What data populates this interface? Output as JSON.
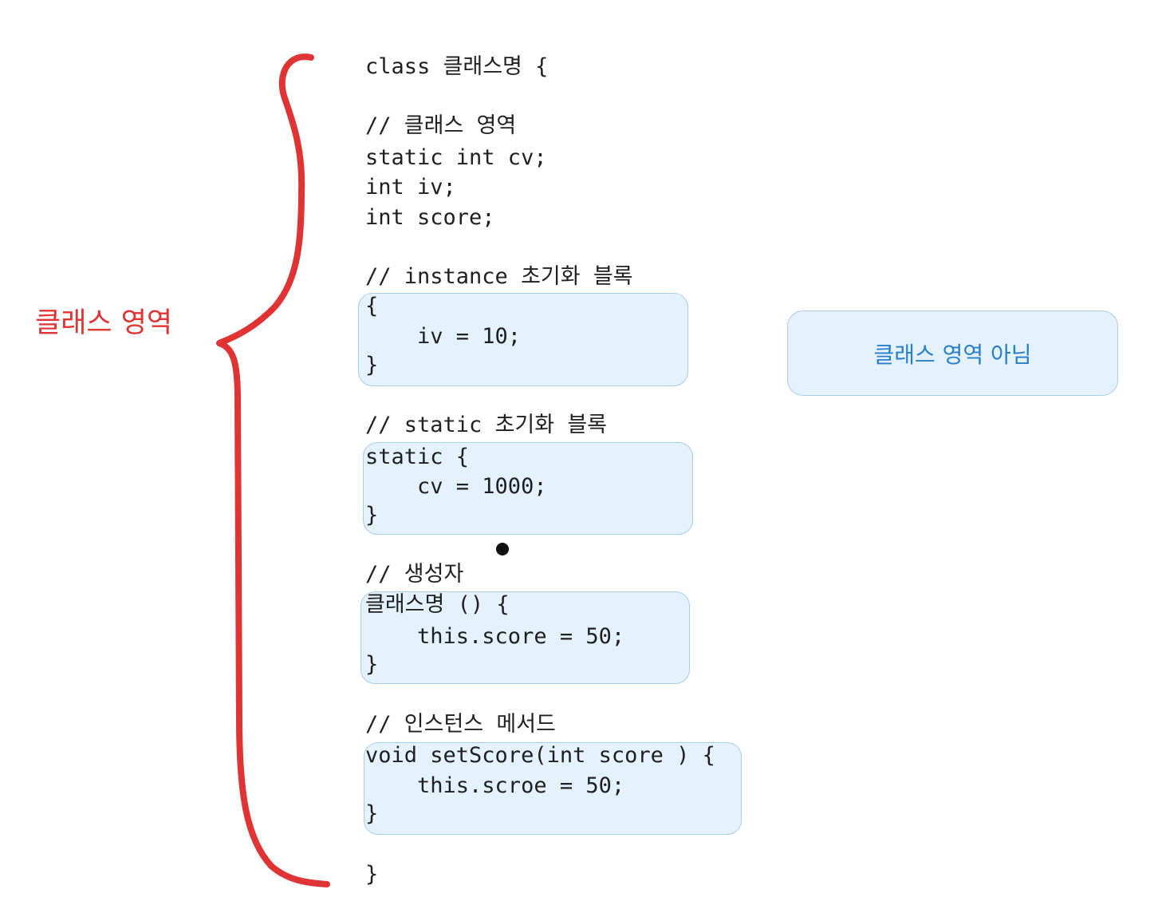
{
  "left_label": "클래스 영역",
  "right_box_label": "클래스 영역 아님",
  "code": {
    "class_header": "class 클래스명 {",
    "comment_class_area": "// 클래스 영역",
    "static_int_cv": "static int cv;",
    "int_iv": "int iv;",
    "int_score": "int score;",
    "comment_instance_block": "// instance 초기화 블록",
    "instance_open": "{",
    "instance_body": "    iv = 10;",
    "instance_close": "}",
    "comment_static_block": "// static 초기화 블록",
    "static_open": "static {",
    "static_body": "    cv = 1000;",
    "static_close": "}",
    "comment_constructor": "// 생성자",
    "constructor_open": "클래스명 () {",
    "constructor_body": "    this.score = 50;",
    "constructor_close": "}",
    "comment_instance_method": "// 인스턴스 메서드",
    "method_open": "void setScore(int score ) {",
    "method_body": "    this.scroe = 50;",
    "method_close": "}",
    "class_close": "}"
  },
  "colors": {
    "brace": "#e03434",
    "box_fill": "#e3f2fd",
    "box_border": "#a9cdea",
    "right_label": "#2a7fc9",
    "code_text": "#1f1f1f"
  }
}
